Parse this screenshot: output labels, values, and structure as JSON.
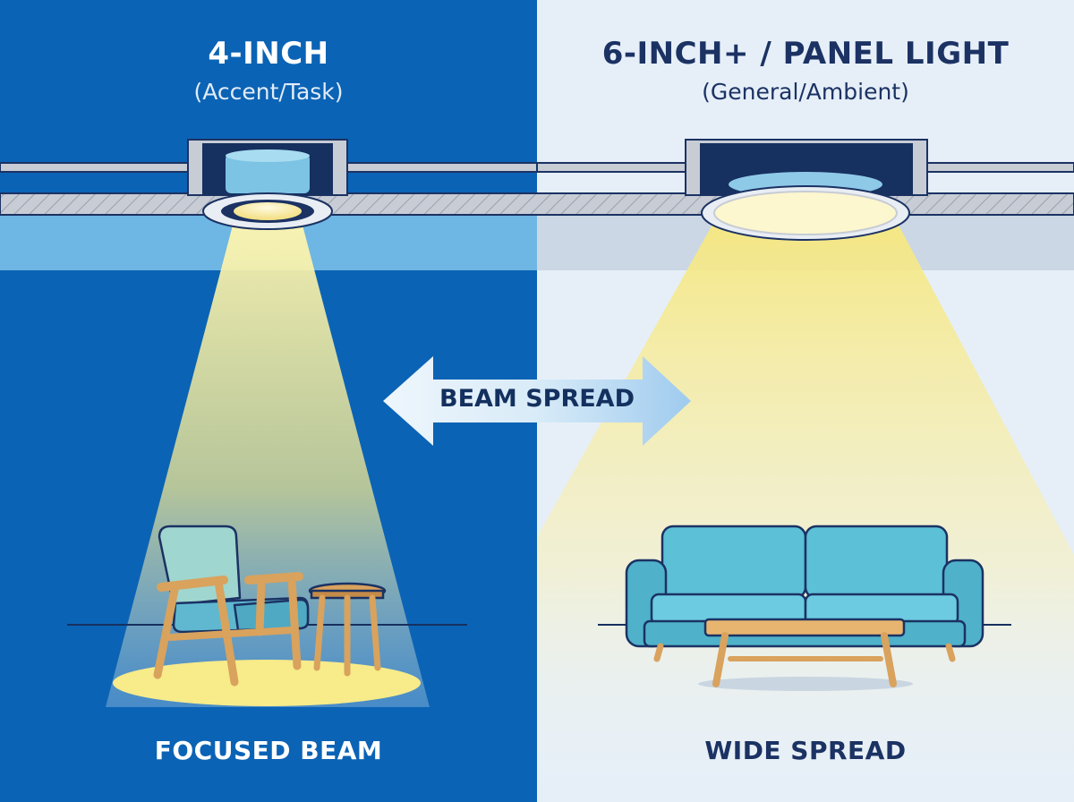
{
  "left_panel": {
    "title": "4-INCH",
    "subtitle": "(Accent/Task)",
    "caption": "FOCUSED BEAM"
  },
  "right_panel": {
    "title": "6-INCH+ / PANEL LIGHT",
    "subtitle": "(General/Ambient)",
    "caption": "WIDE SPREAD"
  },
  "center_arrow": {
    "label": "BEAM SPREAD"
  },
  "colors": {
    "left_bg": "#0b63b5",
    "right_bg": "#e6eff8",
    "navy": "#1b3263",
    "light_yellow": "#f7eb8a",
    "furniture_teal": "#54b6cf",
    "wood": "#d9a25d"
  }
}
